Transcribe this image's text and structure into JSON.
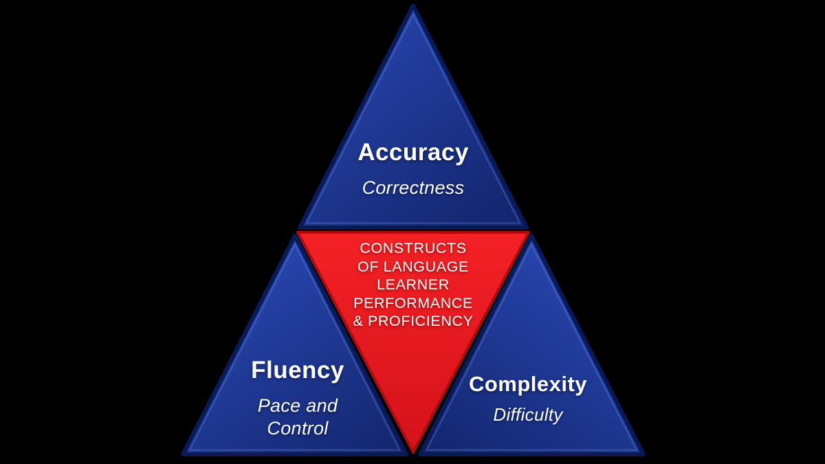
{
  "sections": {
    "top": {
      "label": "Accuracy",
      "sublabel": "Correctness"
    },
    "center": {
      "lines": [
        "CONSTRUCTS",
        "OF LANGUAGE",
        "LEARNER",
        "PERFORMANCE",
        "& PROFICIENCY"
      ]
    },
    "bottom_left": {
      "label": "Fluency",
      "sublabel_lines": [
        "Pace and",
        "Control"
      ]
    },
    "bottom_right": {
      "label": "Complexity",
      "sublabel": "Difficulty"
    }
  },
  "colors": {
    "background": "#000000",
    "blue_light": "#2b4ab8",
    "blue_deep": "#13266f",
    "blue_edge": "#0a1a57",
    "red_light": "#f42125",
    "red_deep": "#d5121a",
    "red_edge": "#a90d12",
    "text": "#fdfdfd"
  }
}
